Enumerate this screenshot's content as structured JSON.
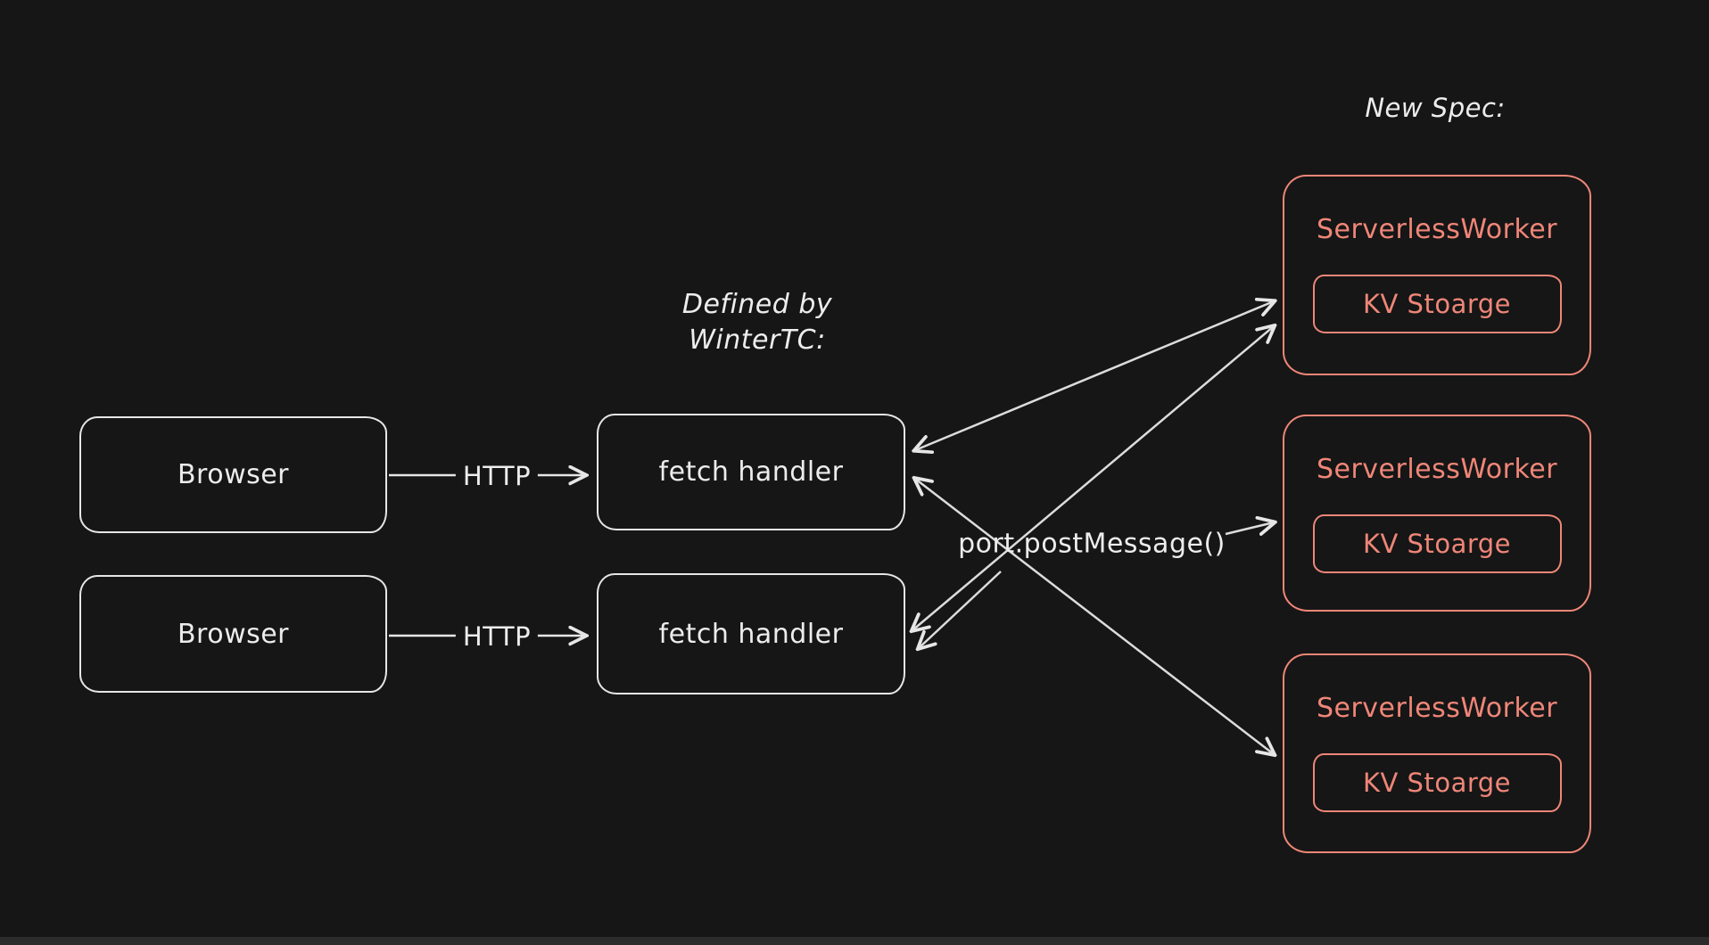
{
  "canvas": {
    "background": "#161616",
    "stroke_light": "#e6e6e6",
    "stroke_accent": "#ef8678"
  },
  "annotations": {
    "new_spec": "New Spec:",
    "defined_by": [
      "Defined by",
      "WinterTC:"
    ],
    "port_post_message": "port.postMessage()"
  },
  "nodes": {
    "browser_top": {
      "label": "Browser"
    },
    "browser_bottom": {
      "label": "Browser"
    },
    "fetch_top": {
      "label": "fetch handler"
    },
    "fetch_bottom": {
      "label": "fetch handler"
    },
    "worker_top": {
      "title": "ServerlessWorker",
      "kv": "KV Stoarge"
    },
    "worker_middle": {
      "title": "ServerlessWorker",
      "kv": "KV Stoarge"
    },
    "worker_bottom": {
      "title": "ServerlessWorker",
      "kv": "KV Stoarge"
    }
  },
  "edges": [
    {
      "from": "browser-top",
      "to": "fetch-handler-top",
      "label": "HTTP",
      "arrows": "forward"
    },
    {
      "from": "browser-bottom",
      "to": "fetch-handler-bottom",
      "label": "HTTP",
      "arrows": "forward"
    },
    {
      "from": "fetch-handler-top",
      "to": "serverless-worker-top",
      "arrows": "both"
    },
    {
      "from": "fetch-handler-top",
      "to": "serverless-worker-bottom",
      "arrows": "both"
    },
    {
      "from": "fetch-handler-bottom",
      "to": "serverless-worker-top",
      "arrows": "both"
    },
    {
      "from": "port-postmessage-label",
      "to": "fetch-handler-bottom",
      "arrows": "forward"
    },
    {
      "from": "port-postmessage-label",
      "to": "serverless-worker-middle",
      "arrows": "forward"
    }
  ]
}
